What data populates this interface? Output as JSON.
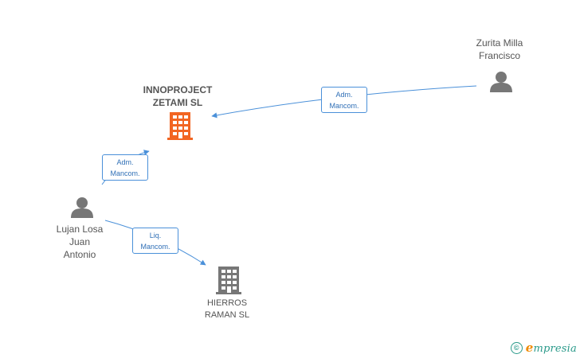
{
  "nodes": {
    "zetami": {
      "lines": [
        "INNOPROJECT",
        "ZETAMI SL"
      ],
      "icon": "building-icon",
      "color": "#f26522"
    },
    "hierros": {
      "lines": [
        "HIERROS",
        "RAMAN SL"
      ],
      "icon": "building-icon",
      "color": "#777777"
    },
    "zurita": {
      "lines": [
        "Zurita Milla",
        "Francisco"
      ],
      "icon": "person-icon",
      "color": "#777777"
    },
    "lujan": {
      "lines": [
        "Lujan Losa",
        "Juan",
        "Antonio"
      ],
      "icon": "person-icon",
      "color": "#777777"
    }
  },
  "edges": [
    {
      "from": "zurita",
      "to": "zetami",
      "lines": [
        "Adm.",
        "Mancom."
      ]
    },
    {
      "from": "lujan",
      "to": "zetami",
      "lines": [
        "Adm.",
        "Mancom."
      ]
    },
    {
      "from": "lujan",
      "to": "hierros",
      "lines": [
        "Liq.",
        "Mancom."
      ]
    }
  ],
  "colors": {
    "edge": "#4a90d9",
    "brand": "#2a9a8a",
    "brand_accent": "#f08a00"
  },
  "footer": {
    "copyright_symbol": "©",
    "brand_initial": "e",
    "brand_rest": "mpresia"
  }
}
